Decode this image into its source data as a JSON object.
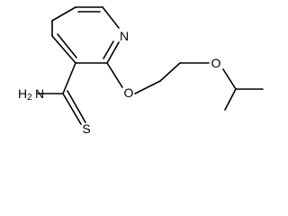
{
  "molecule": {
    "atoms": {
      "ring_nitrogen": "N",
      "ether_oxygen_1": "O",
      "ether_oxygen_2": "O",
      "thione_sulfur": "S",
      "amide_nitrogen": "H",
      "amide_subscript": "2",
      "amide_n": "N"
    }
  },
  "colors": {
    "bond": "#000000",
    "label": "#000000",
    "background": "#ffffff"
  }
}
